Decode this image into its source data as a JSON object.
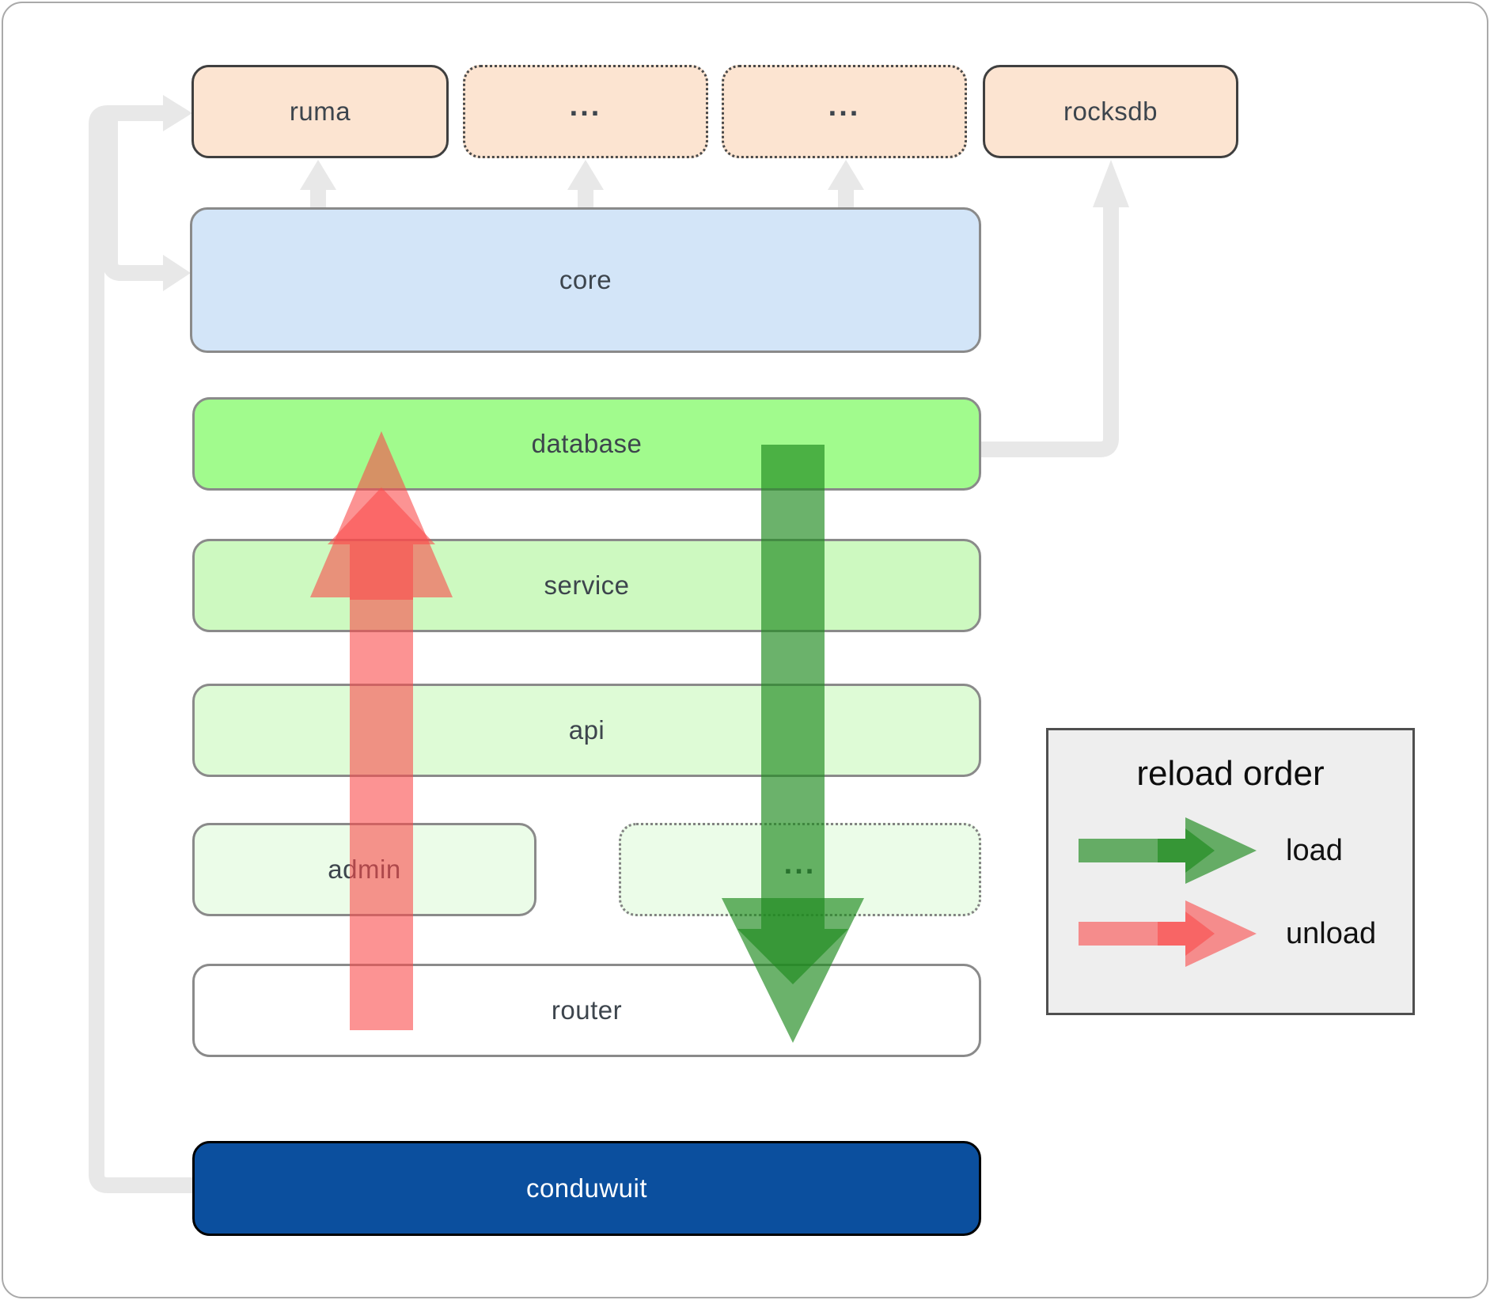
{
  "diagram": {
    "title_hint": "conduwuit module reload architecture",
    "background": "#ffffff",
    "outer_border_color": "#a9a9a9"
  },
  "nodes": [
    {
      "id": "ruma",
      "label": "ruma",
      "fill": "#fce4d1",
      "border_style": "solid",
      "text_color": "#3d454d"
    },
    {
      "id": "ellipsis-top-1",
      "label": "...",
      "fill": "#fce4d1",
      "border_style": "dotted",
      "text_color": "#3d454d"
    },
    {
      "id": "ellipsis-top-2",
      "label": "...",
      "fill": "#fce4d1",
      "border_style": "dotted",
      "text_color": "#3d454d"
    },
    {
      "id": "rocksdb",
      "label": "rocksdb",
      "fill": "#fce4d1",
      "border_style": "solid",
      "text_color": "#3d454d"
    },
    {
      "id": "core",
      "label": "core",
      "fill": "#d3e5f8",
      "border_style": "solid",
      "text_color": "#3d454d"
    },
    {
      "id": "database",
      "label": "database",
      "fill": "#a1fb8d",
      "border_style": "solid",
      "text_color": "#3d454d"
    },
    {
      "id": "service",
      "label": "service",
      "fill": "#cdf9c0",
      "border_style": "solid",
      "text_color": "#3d454d"
    },
    {
      "id": "api",
      "label": "api",
      "fill": "#defbd6",
      "border_style": "solid",
      "text_color": "#3d454d"
    },
    {
      "id": "admin",
      "label": "admin",
      "fill": "#ebfce8",
      "border_style": "solid",
      "text_color": "#3d454d"
    },
    {
      "id": "ellipsis-mid",
      "label": "...",
      "fill": "#ebfce8",
      "border_style": "dotted",
      "text_color": "#3d454d"
    },
    {
      "id": "router",
      "label": "router",
      "fill": "#ffffff",
      "border_style": "solid",
      "text_color": "#3d454d"
    },
    {
      "id": "conduwuit",
      "label": "conduwuit",
      "fill": "#0b4f9e",
      "border_style": "solid",
      "text_color": "#ffffff"
    }
  ],
  "connectors": {
    "color": "#e8e8e8",
    "edges": [
      "conduwuit -> ruma",
      "conduwuit -> core",
      "core -> ruma",
      "core -> ellipsis-top-1",
      "core -> ellipsis-top-2",
      "database -> rocksdb"
    ]
  },
  "flows": {
    "load_color": "rgba(30,138,30,0.66)",
    "unload_color": "rgba(250,75,75,0.6)",
    "load_path": "database -> router (downward)",
    "unload_path": "router -> database (upward)"
  },
  "legend": {
    "title": "reload order",
    "items": [
      {
        "label": "load",
        "color": "#2e8b2e"
      },
      {
        "label": "unload",
        "color": "#fa4b4b"
      }
    ]
  }
}
